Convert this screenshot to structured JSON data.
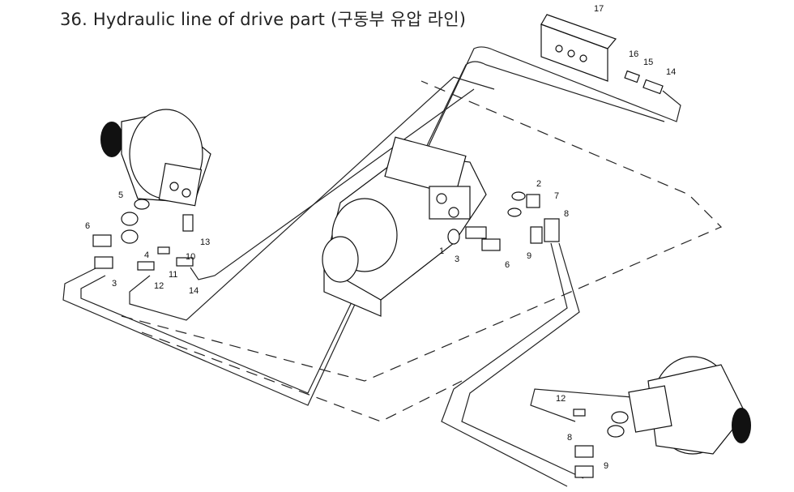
{
  "title": "36. Hydraulic line of drive part (구동부 유압 라인)",
  "callouts": [
    "17",
    "16",
    "15",
    "14",
    "5",
    "6",
    "4",
    "13",
    "10",
    "11",
    "3",
    "12",
    "14",
    "2",
    "7",
    "8",
    "1",
    "3",
    "6",
    "9",
    "12",
    "8",
    "9"
  ]
}
